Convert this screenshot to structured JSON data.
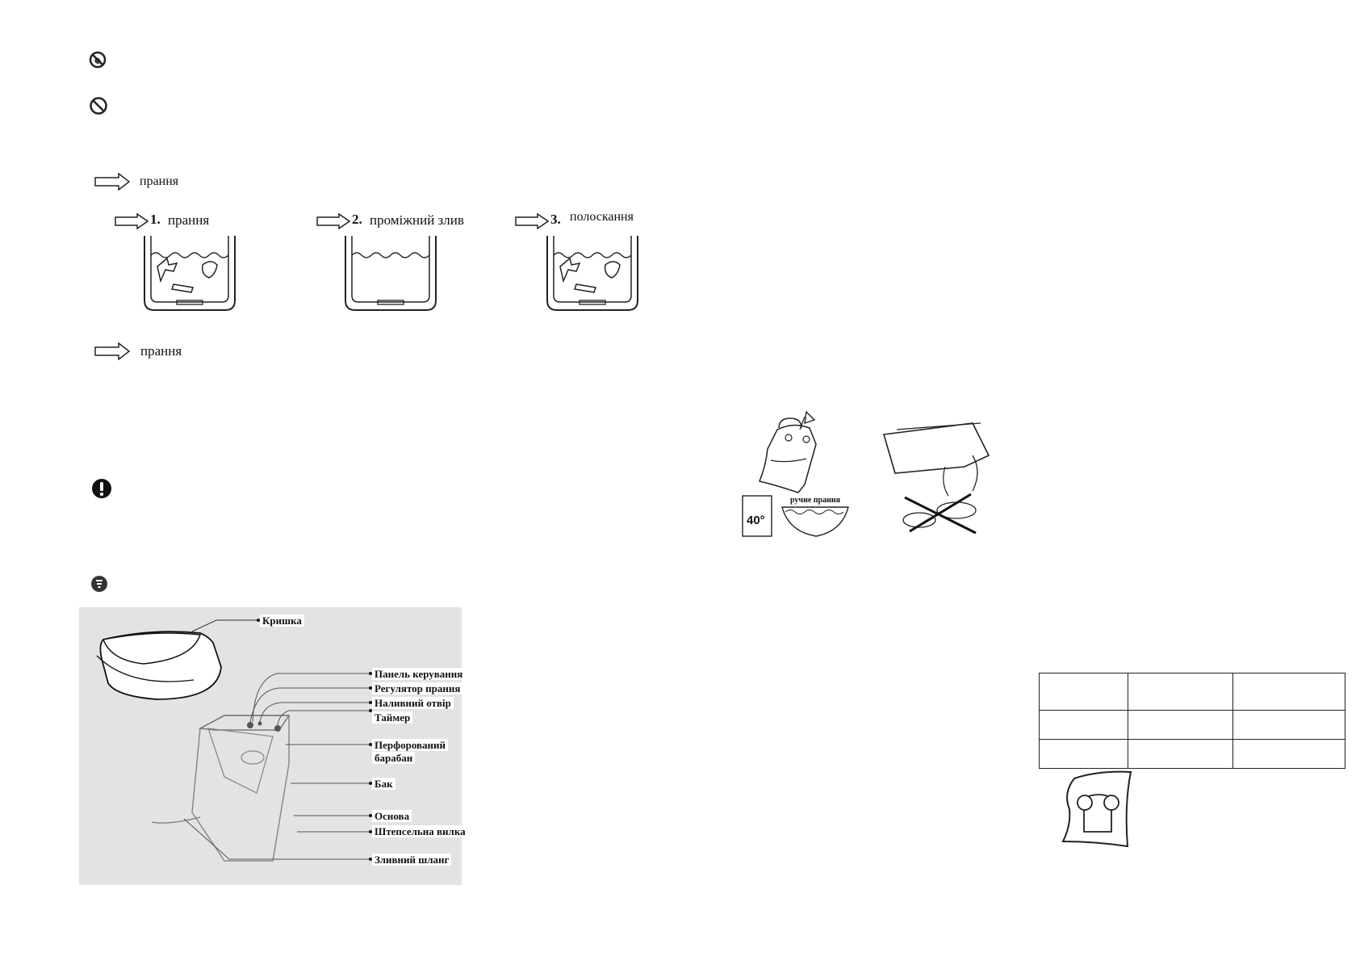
{
  "icons": {
    "no_touch": "prohibit-touch-icon",
    "prohibited": "prohibited-icon",
    "warning": "exclamation-icon",
    "grounding": "grounding-icon"
  },
  "wash_program": {
    "top_label": "прання",
    "bottom_label": "прання",
    "steps": [
      {
        "number": "1.",
        "label": "прання"
      },
      {
        "number": "2.",
        "label": "проміжний злив"
      },
      {
        "number": "3.",
        "label": "полоскання"
      }
    ]
  },
  "parts_diagram": {
    "labels": {
      "lid": "Кришка",
      "control_panel": "Панель керування",
      "wash_regulator": "Регулятор прання",
      "fill_opening": "Наливний отвір",
      "timer": "Таймер",
      "drum_line1": "Перфорований",
      "drum_line2": "барабан",
      "tank": "Бак",
      "base": "Основа",
      "plug": "Штепсельна вилка",
      "drain_hose": "Зливний шланг"
    }
  },
  "care_illustration": {
    "temperature": "40°",
    "handwash_label": "ручне прання"
  },
  "table": {
    "rows": [
      [
        "",
        "",
        ""
      ],
      [
        "",
        "",
        ""
      ],
      [
        "",
        "",
        ""
      ]
    ]
  }
}
